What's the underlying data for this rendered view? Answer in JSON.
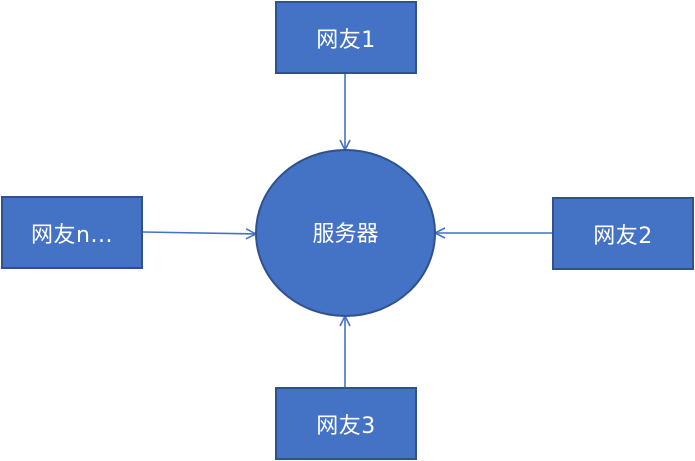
{
  "diagram": {
    "server": {
      "label": "服务器"
    },
    "clients": [
      {
        "label": "网友1"
      },
      {
        "label": "网友2"
      },
      {
        "label": "网友3"
      },
      {
        "label": "网友n..."
      }
    ]
  },
  "colors": {
    "fill": "#4472c4",
    "border": "#2f528f",
    "arrow": "#4472c4",
    "text": "#ffffff"
  }
}
